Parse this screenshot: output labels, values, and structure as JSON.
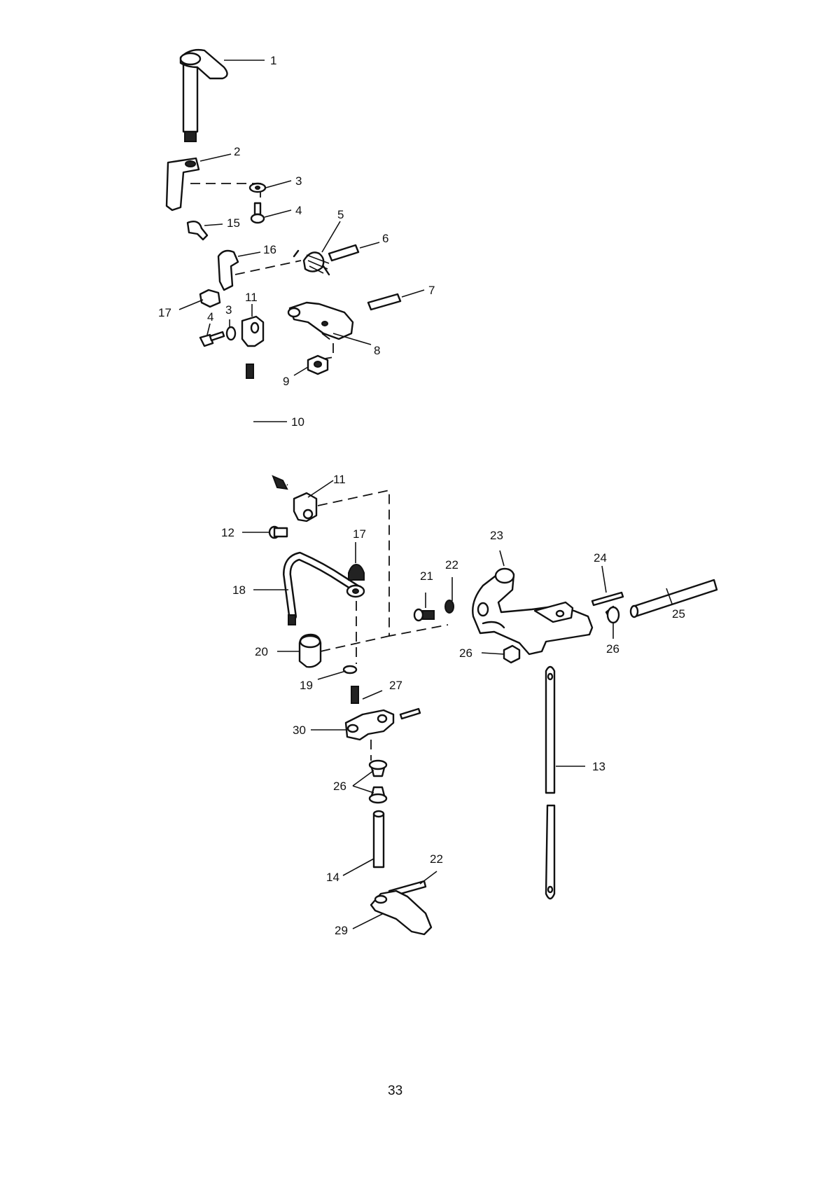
{
  "diagram": {
    "callouts": {
      "c1": "1",
      "c2": "2",
      "c3a": "3",
      "c4a": "4",
      "c15": "15",
      "c5": "5",
      "c6": "6",
      "c16": "16",
      "c17a": "17",
      "c11a": "11",
      "c4b": "4",
      "c3b": "3",
      "c7": "7",
      "c8": "8",
      "c9": "9",
      "c10": "10",
      "c11b": "11",
      "c12": "12",
      "c17b": "17",
      "c18": "18",
      "c23": "23",
      "c24": "24",
      "c21": "21",
      "c22a": "22",
      "c25": "25",
      "c20": "20",
      "c26a": "26",
      "c26b": "26",
      "c19": "19",
      "c27": "27",
      "c30": "30",
      "c13": "13",
      "c26c": "26",
      "c22b": "22",
      "c14": "14",
      "c29": "29"
    },
    "page_number": "33"
  }
}
